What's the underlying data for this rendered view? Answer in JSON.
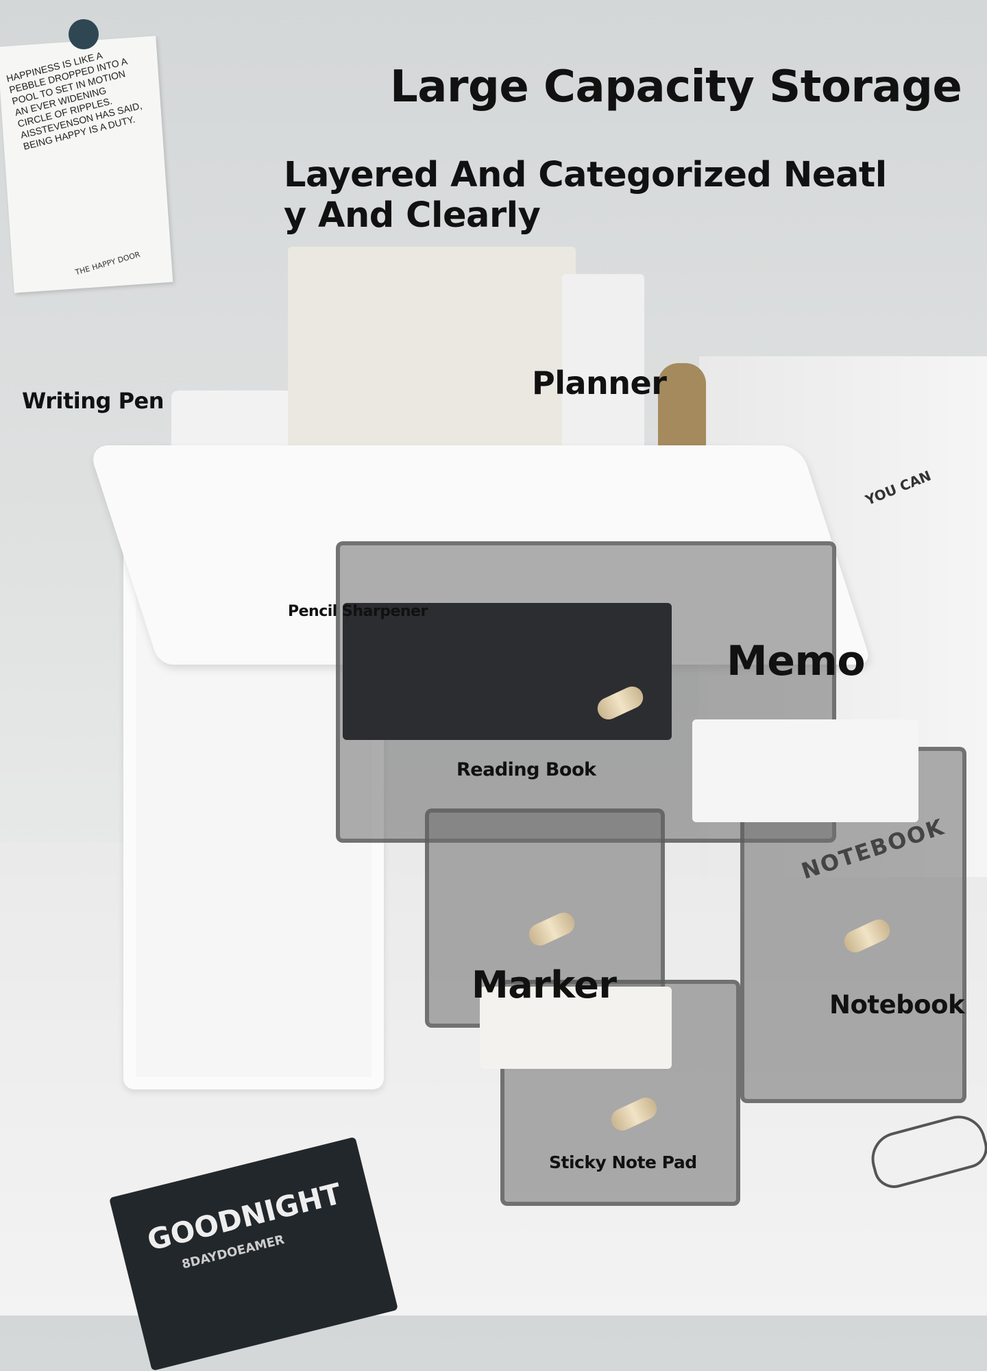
{
  "headline": "Large Capacity Storage",
  "subheadline_line1": "Layered And Categorized Neatl",
  "subheadline_line2": "y And Clearly",
  "labels": {
    "writing_pen": "Writing Pen",
    "planner": "Planner",
    "pencil_sharpener": "Pencil Sharpener",
    "memo": "Memo",
    "reading_book": "Reading Book",
    "marker": "Marker",
    "notebook": "Notebook",
    "sticky_note_pad": "Sticky Note Pad"
  },
  "scene_text": {
    "poster": "HAPPINESS IS LIKE A PEBBLE DROPPED INTO A POOL TO SET IN MOTION AN EVER WIDENING CIRCLE OF RIPPLES. AISSTEVENSON HAS SAID, BEING HAPPY IS A DUTY.",
    "poster_footer": "THE HAPPY DOOR",
    "box": "YOU CAN",
    "drawer_print": "NOTEBOOK",
    "book_title": "GOODNIGHT",
    "book_subtitle": "8DAYDOEAMER"
  }
}
